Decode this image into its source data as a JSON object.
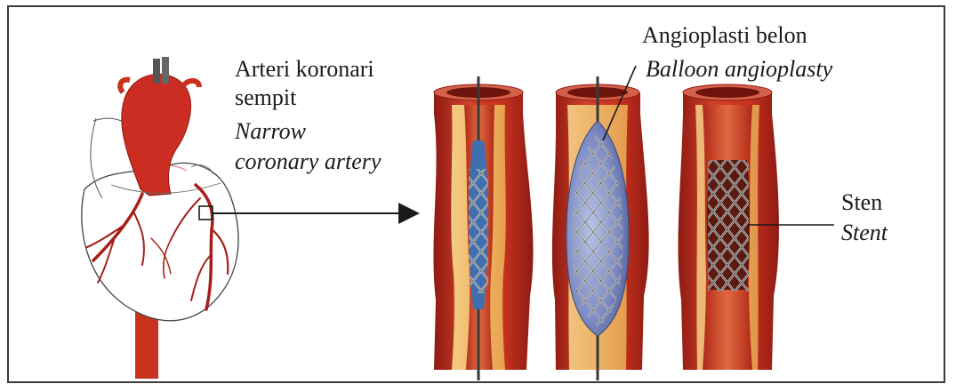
{
  "labels": {
    "narrow_artery_ms_line1": "Arteri koronari",
    "narrow_artery_ms_line2": "sempit",
    "narrow_artery_en_line1": "Narrow",
    "narrow_artery_en_line2": "coronary artery",
    "balloon_ms": "Angioplasti belon",
    "balloon_en": "Balloon angioplasty",
    "stent_ms": "Sten",
    "stent_en": "Stent"
  },
  "colors": {
    "artery_red": "#c8321f",
    "artery_dark": "#8e1a12",
    "plaque_yellow": "#f3c46a",
    "balloon_blue": "#6f7fb8",
    "catheter_blue": "#3f6fb0",
    "stent_gray": "#9a9a9a"
  }
}
